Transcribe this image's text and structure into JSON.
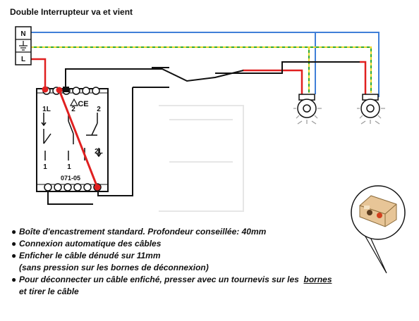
{
  "title": "Double Interrupteur va et vient",
  "terminal_block": {
    "n_label": "N",
    "l_label": "L",
    "earth_icon": "earth-ground-icon"
  },
  "switch_module": {
    "mark_ce": "CE",
    "label_1l": "1L",
    "label_2_left": "2",
    "label_2_right": "2",
    "label_2l": "2L",
    "label_1_left": "1",
    "label_1_right": "1",
    "model": "071-05"
  },
  "colors": {
    "neutral": "#3f7fd8",
    "earth_green": "#2eaa2e",
    "earth_yellow": "#e8d82a",
    "live": "#e02020",
    "wire_black": "#111111",
    "text": "#111111"
  },
  "notes": [
    {
      "text": "Boîte d'encastrement standard. Profondeur conseillée: 40mm"
    },
    {
      "text": "Connexion automatique des câbles"
    },
    {
      "text": "Enficher le câble dénudé sur 11mm",
      "continuation": "(sans pression sur les bornes de déconnexion)"
    },
    {
      "text": "Pour déconnecter un câble enfiché, presser avec un tournevis sur les",
      "underlined": "bornes",
      "continuation": "et tirer le câble"
    }
  ]
}
